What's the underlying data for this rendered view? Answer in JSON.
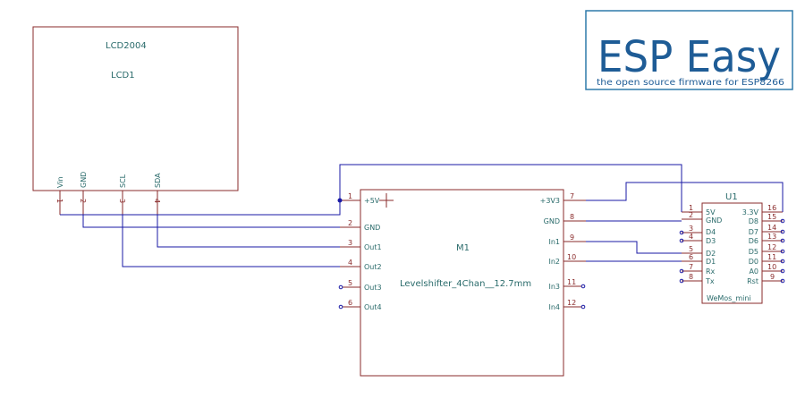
{
  "logo": {
    "title": "ESP Easy",
    "subtitle": "the open source firmware for ESP8266"
  },
  "lcd": {
    "value": "LCD2004",
    "ref": "LCD1",
    "pins": [
      {
        "num": "1",
        "name": "Vin"
      },
      {
        "num": "2",
        "name": "GND"
      },
      {
        "num": "3",
        "name": "SCL"
      },
      {
        "num": "4",
        "name": "SDA"
      }
    ]
  },
  "levelshifter": {
    "ref": "M1",
    "value": "Levelshifter_4Chan__12.7mm",
    "left_pins": [
      {
        "num": "1",
        "name": "+5V"
      },
      {
        "num": "2",
        "name": "GND"
      },
      {
        "num": "3",
        "name": "Out1"
      },
      {
        "num": "4",
        "name": "Out2"
      },
      {
        "num": "5",
        "name": "Out3"
      },
      {
        "num": "6",
        "name": "Out4"
      }
    ],
    "right_pins": [
      {
        "num": "7",
        "name": "+3V3"
      },
      {
        "num": "8",
        "name": "GND"
      },
      {
        "num": "9",
        "name": "In1"
      },
      {
        "num": "10",
        "name": "In2"
      },
      {
        "num": "11",
        "name": "In3"
      },
      {
        "num": "12",
        "name": "In4"
      }
    ]
  },
  "wemos": {
    "ref": "U1",
    "value": "WeMos_mini",
    "left_pins": [
      {
        "num": "1",
        "name": "5V"
      },
      {
        "num": "2",
        "name": "GND"
      },
      {
        "num": "3",
        "name": "D4"
      },
      {
        "num": "4",
        "name": "D3"
      },
      {
        "num": "5",
        "name": "D2"
      },
      {
        "num": "6",
        "name": "D1"
      },
      {
        "num": "7",
        "name": "Rx"
      },
      {
        "num": "8",
        "name": "Tx"
      }
    ],
    "right_pins": [
      {
        "num": "16",
        "name": "3.3V"
      },
      {
        "num": "15",
        "name": "D8"
      },
      {
        "num": "14",
        "name": "D7"
      },
      {
        "num": "13",
        "name": "D6"
      },
      {
        "num": "12",
        "name": "D5"
      },
      {
        "num": "11",
        "name": "D0"
      },
      {
        "num": "10",
        "name": "A0"
      },
      {
        "num": "9",
        "name": "Rst"
      }
    ]
  }
}
